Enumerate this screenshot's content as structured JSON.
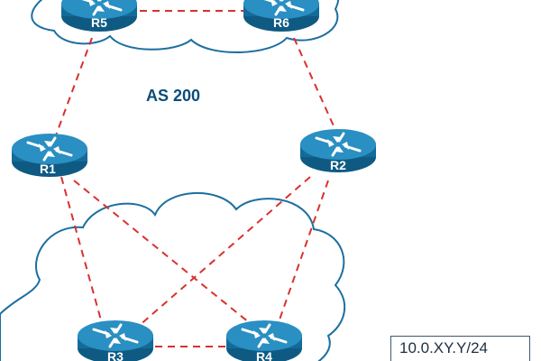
{
  "colors": {
    "cloud_stroke": "#1c6fa0",
    "link": "#d9312f",
    "router_body": "#136b98",
    "router_top": "#2a8fc2",
    "label": "#0a4d7a"
  },
  "as_label": "AS 200",
  "routers": {
    "r1": {
      "name": "R1",
      "icon": "router-icon"
    },
    "r2": {
      "name": "R2",
      "icon": "router-icon"
    },
    "r3": {
      "name": "R3",
      "icon": "router-icon"
    },
    "r4": {
      "name": "R4",
      "icon": "router-icon"
    },
    "r5": {
      "name": "R5",
      "icon": "router-icon"
    },
    "r6": {
      "name": "R6",
      "icon": "router-icon"
    }
  },
  "links": [
    {
      "from": "R5",
      "to": "R6"
    },
    {
      "from": "R5",
      "to": "R1"
    },
    {
      "from": "R6",
      "to": "R2"
    },
    {
      "from": "R1",
      "to": "R3"
    },
    {
      "from": "R1",
      "to": "R4"
    },
    {
      "from": "R2",
      "to": "R3"
    },
    {
      "from": "R2",
      "to": "R4"
    },
    {
      "from": "R3",
      "to": "R4"
    }
  ],
  "legend": {
    "text": "10.0.XY.Y/24"
  }
}
